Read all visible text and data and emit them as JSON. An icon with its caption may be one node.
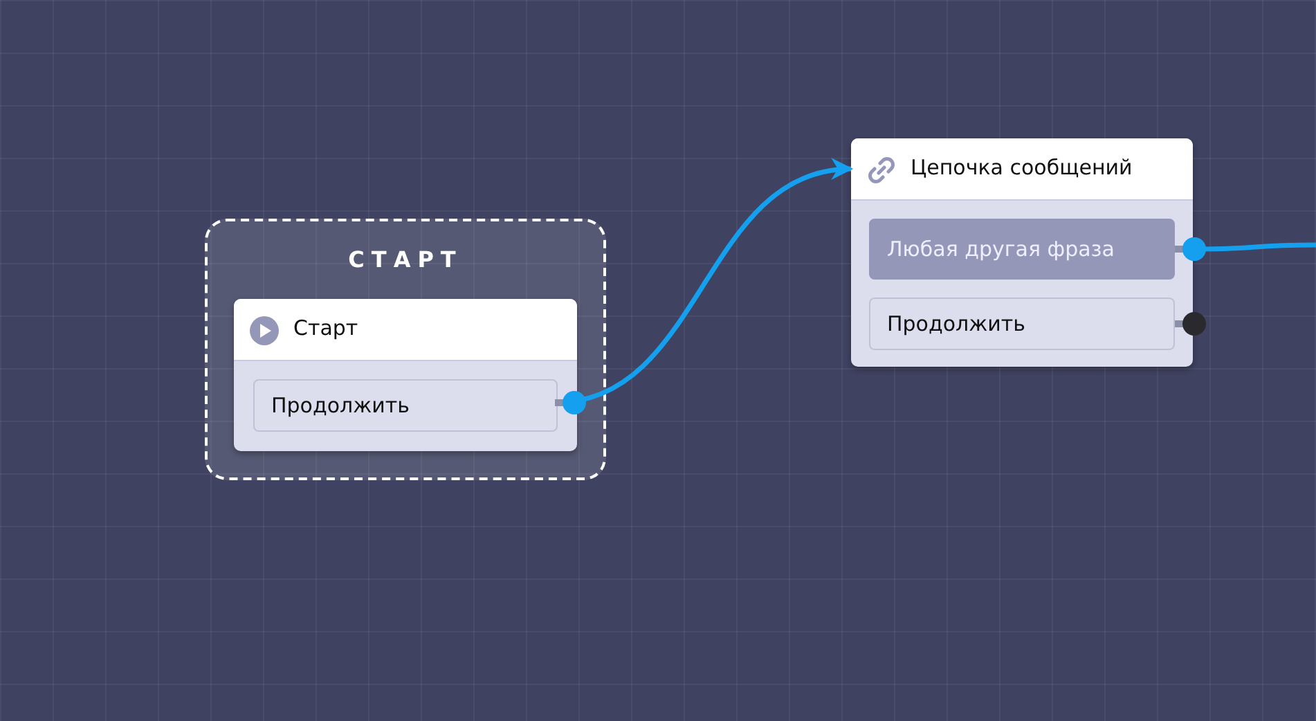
{
  "diagram": {
    "nodes": [
      {
        "text": [
          "СТАРТ"
        ]
      },
      {
        "text": [
          "Старт"
        ],
        "in": 0
      },
      {
        "text": [
          "Продолжить"
        ],
        "in": 1
      },
      {
        "text": [
          "Цепочка сообщений"
        ]
      },
      {
        "text": [
          "Любая другая фраза"
        ],
        "in": 3
      },
      {
        "text": [
          "Продолжить"
        ],
        "in": 3
      }
    ],
    "edges": [
      {
        "from": 2,
        "to": 3,
        "arrow": "to"
      },
      {
        "from": 4,
        "to": null,
        "arrow": "other"
      }
    ]
  }
}
